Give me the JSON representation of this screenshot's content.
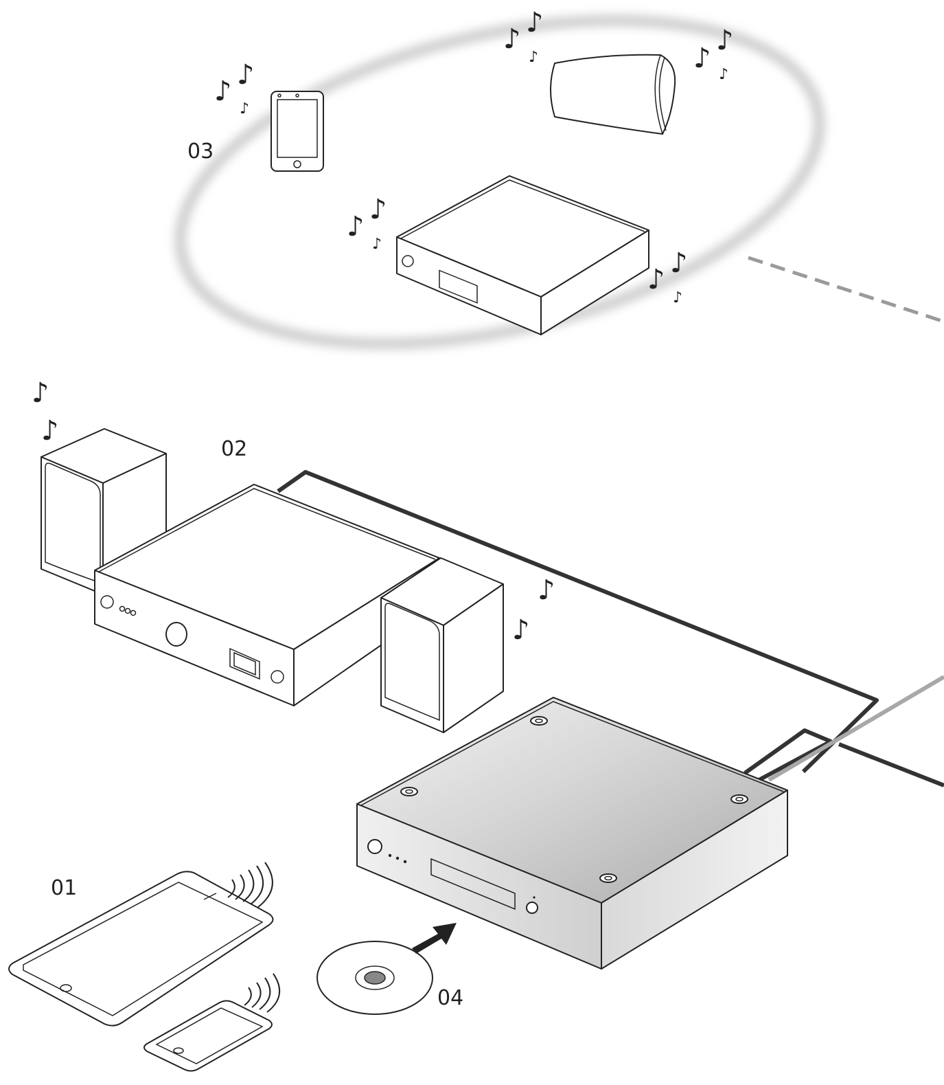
{
  "labels": {
    "tablet_phone": "01",
    "amplifier_speakers": "02",
    "multiroom_network": "03",
    "disc": "04"
  },
  "symbols": {
    "note_glyph": "♪"
  },
  "colors": {
    "line": "#222222",
    "cable_dark": "#333333",
    "cable_light": "#a8a8a8",
    "ring_glow": "#cfcfcf",
    "dashed_link": "#9a9a9a",
    "player_top_light": "#f2f2f2",
    "player_top_dark": "#b5b5b5",
    "player_front": "#e4e4e4"
  },
  "devices": [
    "smartphone-icon",
    "wireless-speaker-icon",
    "network-player-icon",
    "bookshelf-speaker-icon",
    "amplifier-icon",
    "cd-player-icon",
    "tablet-icon",
    "cd-disc-icon"
  ]
}
